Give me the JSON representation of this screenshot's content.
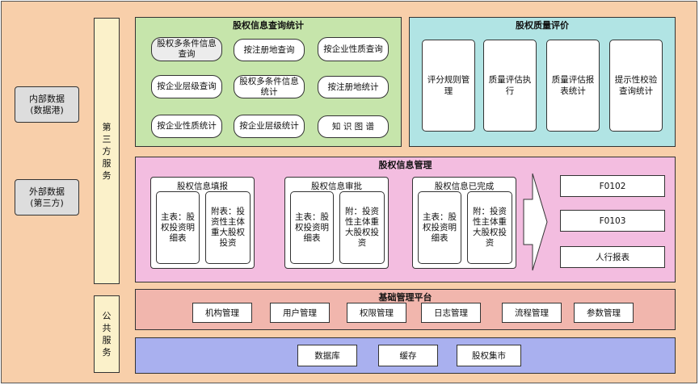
{
  "left_sources": [
    "内部数据\n(数据港)",
    "外部数据\n(第三方)"
  ],
  "side_labels": {
    "third_party": "第三方服务",
    "public": "公共服务"
  },
  "query_stats": {
    "title": "股权信息查询统计",
    "items": [
      "股权多条件信息查询",
      "按注册地查询",
      "按企业性质查询",
      "按企业层级查询",
      "股权多条件信息统计",
      "按注册地统计",
      "按企业性质统计",
      "按企业层级统计",
      "知 识 图 谱"
    ]
  },
  "quality": {
    "title": "股权质量评价",
    "items": [
      "评分规则管理",
      "质量评估执行",
      "质量评估报表统计",
      "提示性校验查询统计"
    ]
  },
  "management": {
    "title": "股权信息管理",
    "groups": [
      {
        "title": "股权信息填报",
        "main": "主表：股权投资明细表",
        "sub": "附表：投资性主体重大股权投资"
      },
      {
        "title": "股权信息审批",
        "main": "主表：股权投资明细表",
        "sub": "附：投资性主体重大股权投资"
      },
      {
        "title": "股权信息已完成",
        "main": "主表：股权投资明细表",
        "sub": "附：投资性主体重大股权投资"
      }
    ],
    "outputs": [
      "F0102",
      "F0103",
      "人行报表"
    ]
  },
  "base_platform": {
    "title": "基础管理平台",
    "items": [
      "机构管理",
      "用户管理",
      "权限管理",
      "日志管理",
      "流程管理",
      "参数管理"
    ]
  },
  "infra": {
    "items": [
      "数据库",
      "缓存",
      "股权集市"
    ]
  },
  "colors": {
    "background": "#f8cfaa",
    "query_panel": "#c6e5ab",
    "quality_panel": "#b1e4e4",
    "management_panel": "#f3bde0",
    "base_panel": "#f1b6ad",
    "infra_panel": "#a9b0ef",
    "side_panel": "#fbf1ca",
    "source_box": "#dddddd"
  }
}
